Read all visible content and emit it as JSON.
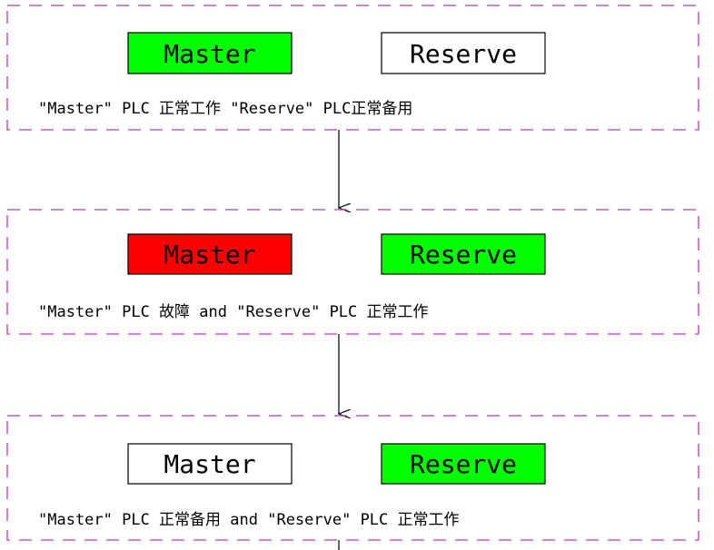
{
  "colors": {
    "frame": "#b83ab8",
    "master_ok": "#00ff00",
    "fault": "#ff0000",
    "standby": "#ffffff",
    "text": "#000000"
  },
  "panels": [
    {
      "master": {
        "label": "Master",
        "fill": "#00ff00"
      },
      "reserve": {
        "label": "Reserve",
        "fill": "#ffffff"
      },
      "caption": "\"Master\" PLC 正常工作 \"Reserve\" PLC正常备用"
    },
    {
      "master": {
        "label": "Master",
        "fill": "#ff0000"
      },
      "reserve": {
        "label": "Reserve",
        "fill": "#00ff00"
      },
      "caption": "\"Master\" PLC 故障 and \"Reserve\" PLC 正常工作"
    },
    {
      "master": {
        "label": "Master",
        "fill": "#ffffff"
      },
      "reserve": {
        "label": "Reserve",
        "fill": "#00ff00"
      },
      "caption": "\"Master\" PLC 正常备用 and \"Reserve\" PLC 正常工作"
    }
  ]
}
